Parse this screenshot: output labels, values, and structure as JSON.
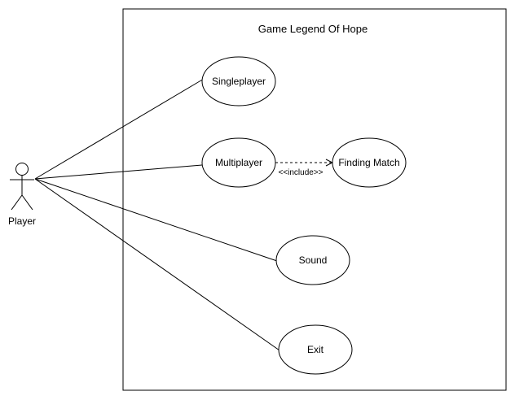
{
  "diagram": {
    "system_title": "Game Legend Of Hope",
    "actor": {
      "label": "Player"
    },
    "use_cases": [
      {
        "id": "singleplayer",
        "label": "Singleplayer"
      },
      {
        "id": "multiplayer",
        "label": "Multiplayer"
      },
      {
        "id": "finding_match",
        "label": "Finding Match"
      },
      {
        "id": "sound",
        "label": "Sound"
      },
      {
        "id": "exit",
        "label": "Exit"
      }
    ],
    "relations": [
      {
        "from": "Player",
        "to": "Singleplayer",
        "kind": "association"
      },
      {
        "from": "Player",
        "to": "Multiplayer",
        "kind": "association"
      },
      {
        "from": "Player",
        "to": "Sound",
        "kind": "association"
      },
      {
        "from": "Player",
        "to": "Exit",
        "kind": "association"
      },
      {
        "from": "Multiplayer",
        "to": "Finding Match",
        "kind": "include",
        "label": "<<include>>"
      }
    ],
    "colors": {
      "stroke": "#000000",
      "fill": "#ffffff",
      "text": "#000000"
    }
  }
}
